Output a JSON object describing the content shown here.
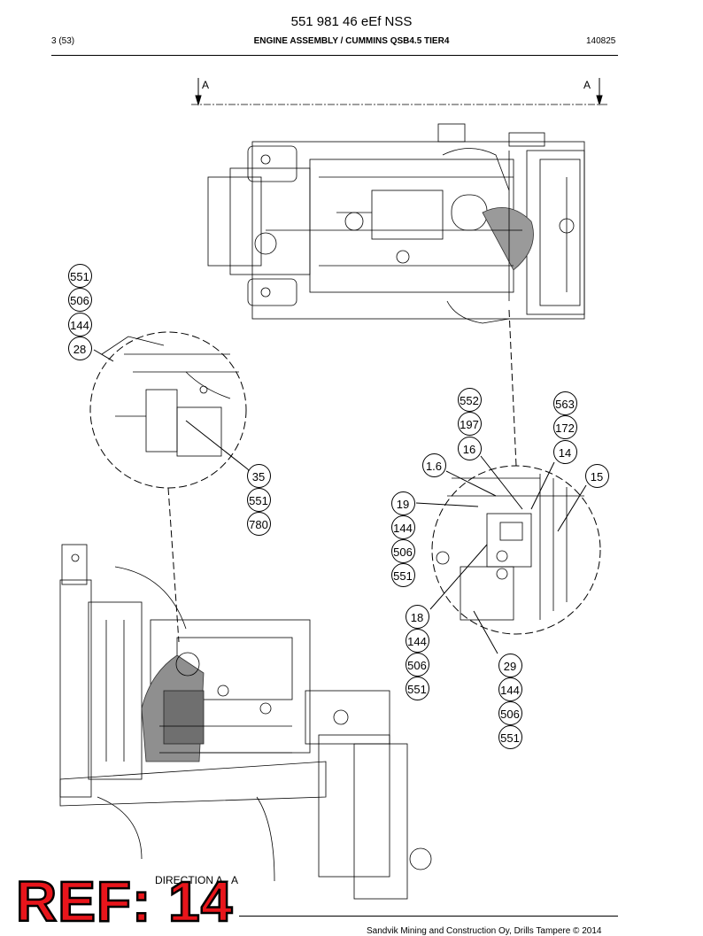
{
  "header": {
    "doc_number": "551 981 46 eEf NSS",
    "page": "3 (53)",
    "title": "ENGINE ASSEMBLY / CUMMINS QSB4.5 TIER4",
    "date": "140825"
  },
  "section_marker": "A",
  "view_label": "DIRECTION A - A",
  "ref_stamp": "REF: 14",
  "footer": {
    "copyright": "Sandvik Mining and Construction Oy, Drills Tampere © 2014"
  },
  "callouts": [
    "551",
    "506",
    "144",
    "28",
    "35",
    "551",
    "780",
    "552",
    "197",
    "16",
    "1.6",
    "563",
    "172",
    "14",
    "15",
    "19",
    "144",
    "506",
    "551",
    "18",
    "144",
    "506",
    "551",
    "29",
    "144",
    "506",
    "551"
  ]
}
